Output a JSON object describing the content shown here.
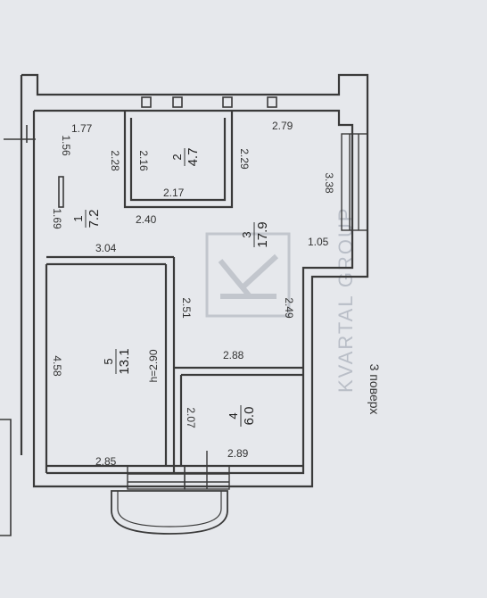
{
  "floor_label": "3 поверх",
  "watermark": "KVARTAL GROUP",
  "rooms": [
    {
      "number": "1",
      "area": "7.2"
    },
    {
      "number": "2",
      "area": "4.7"
    },
    {
      "number": "3",
      "area": "17.9"
    },
    {
      "number": "4",
      "area": "6.0"
    },
    {
      "number": "5",
      "area": "13.1"
    }
  ],
  "ceiling_height": "h=2.90",
  "dimensions": {
    "d177": "1.77",
    "d156": "1.56",
    "d228": "2.28",
    "d216": "2.16",
    "d229": "2.29",
    "d279": "2.79",
    "d338": "3.38",
    "d217": "2.17",
    "d169": "1.69",
    "d240": "2.40",
    "d105": "1.05",
    "d304": "3.04",
    "d251": "2.51",
    "d249": "2.49",
    "d458": "4.58",
    "d288": "2.88",
    "d207": "2.07",
    "d285": "2.85",
    "d289": "2.89"
  }
}
